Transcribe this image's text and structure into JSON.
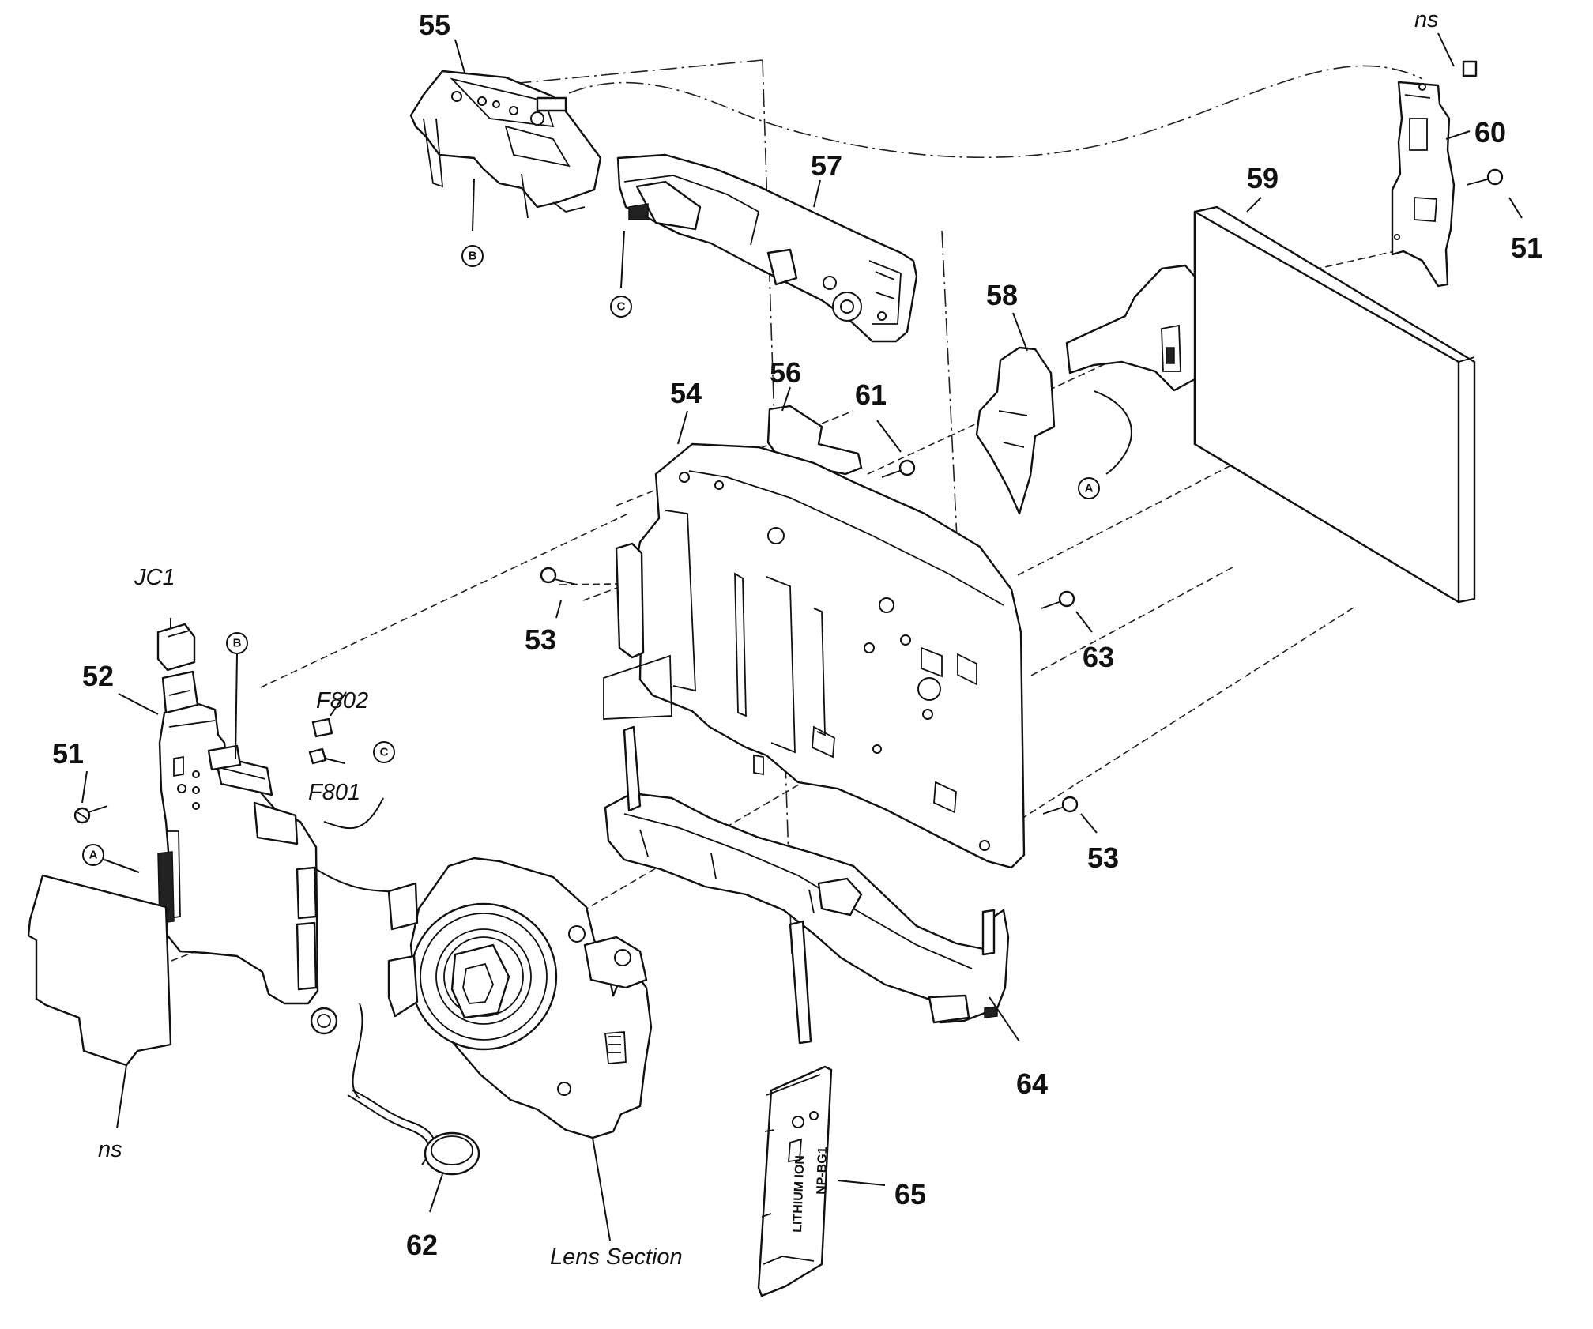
{
  "labels": {
    "p55": "55",
    "p57": "57",
    "p60": "60",
    "p59": "59",
    "p51_right": "51",
    "p58": "58",
    "p56": "56",
    "p54": "54",
    "p61": "61",
    "p53_left": "53",
    "p63": "63",
    "p53_right": "53",
    "p52": "52",
    "p51_left": "51",
    "p64": "64",
    "p65": "65",
    "p62": "62"
  },
  "italic_labels": {
    "ns_top": "ns",
    "ns_bottom": "ns",
    "jc1": "JC1",
    "f802": "F802",
    "f801": "F801",
    "lens_section": "Lens Section"
  },
  "connection_markers": {
    "a": "A",
    "b": "B",
    "c": "C"
  },
  "cover_markings": {
    "line1": "LITHIUM ION",
    "line2": "NP-BG1"
  }
}
